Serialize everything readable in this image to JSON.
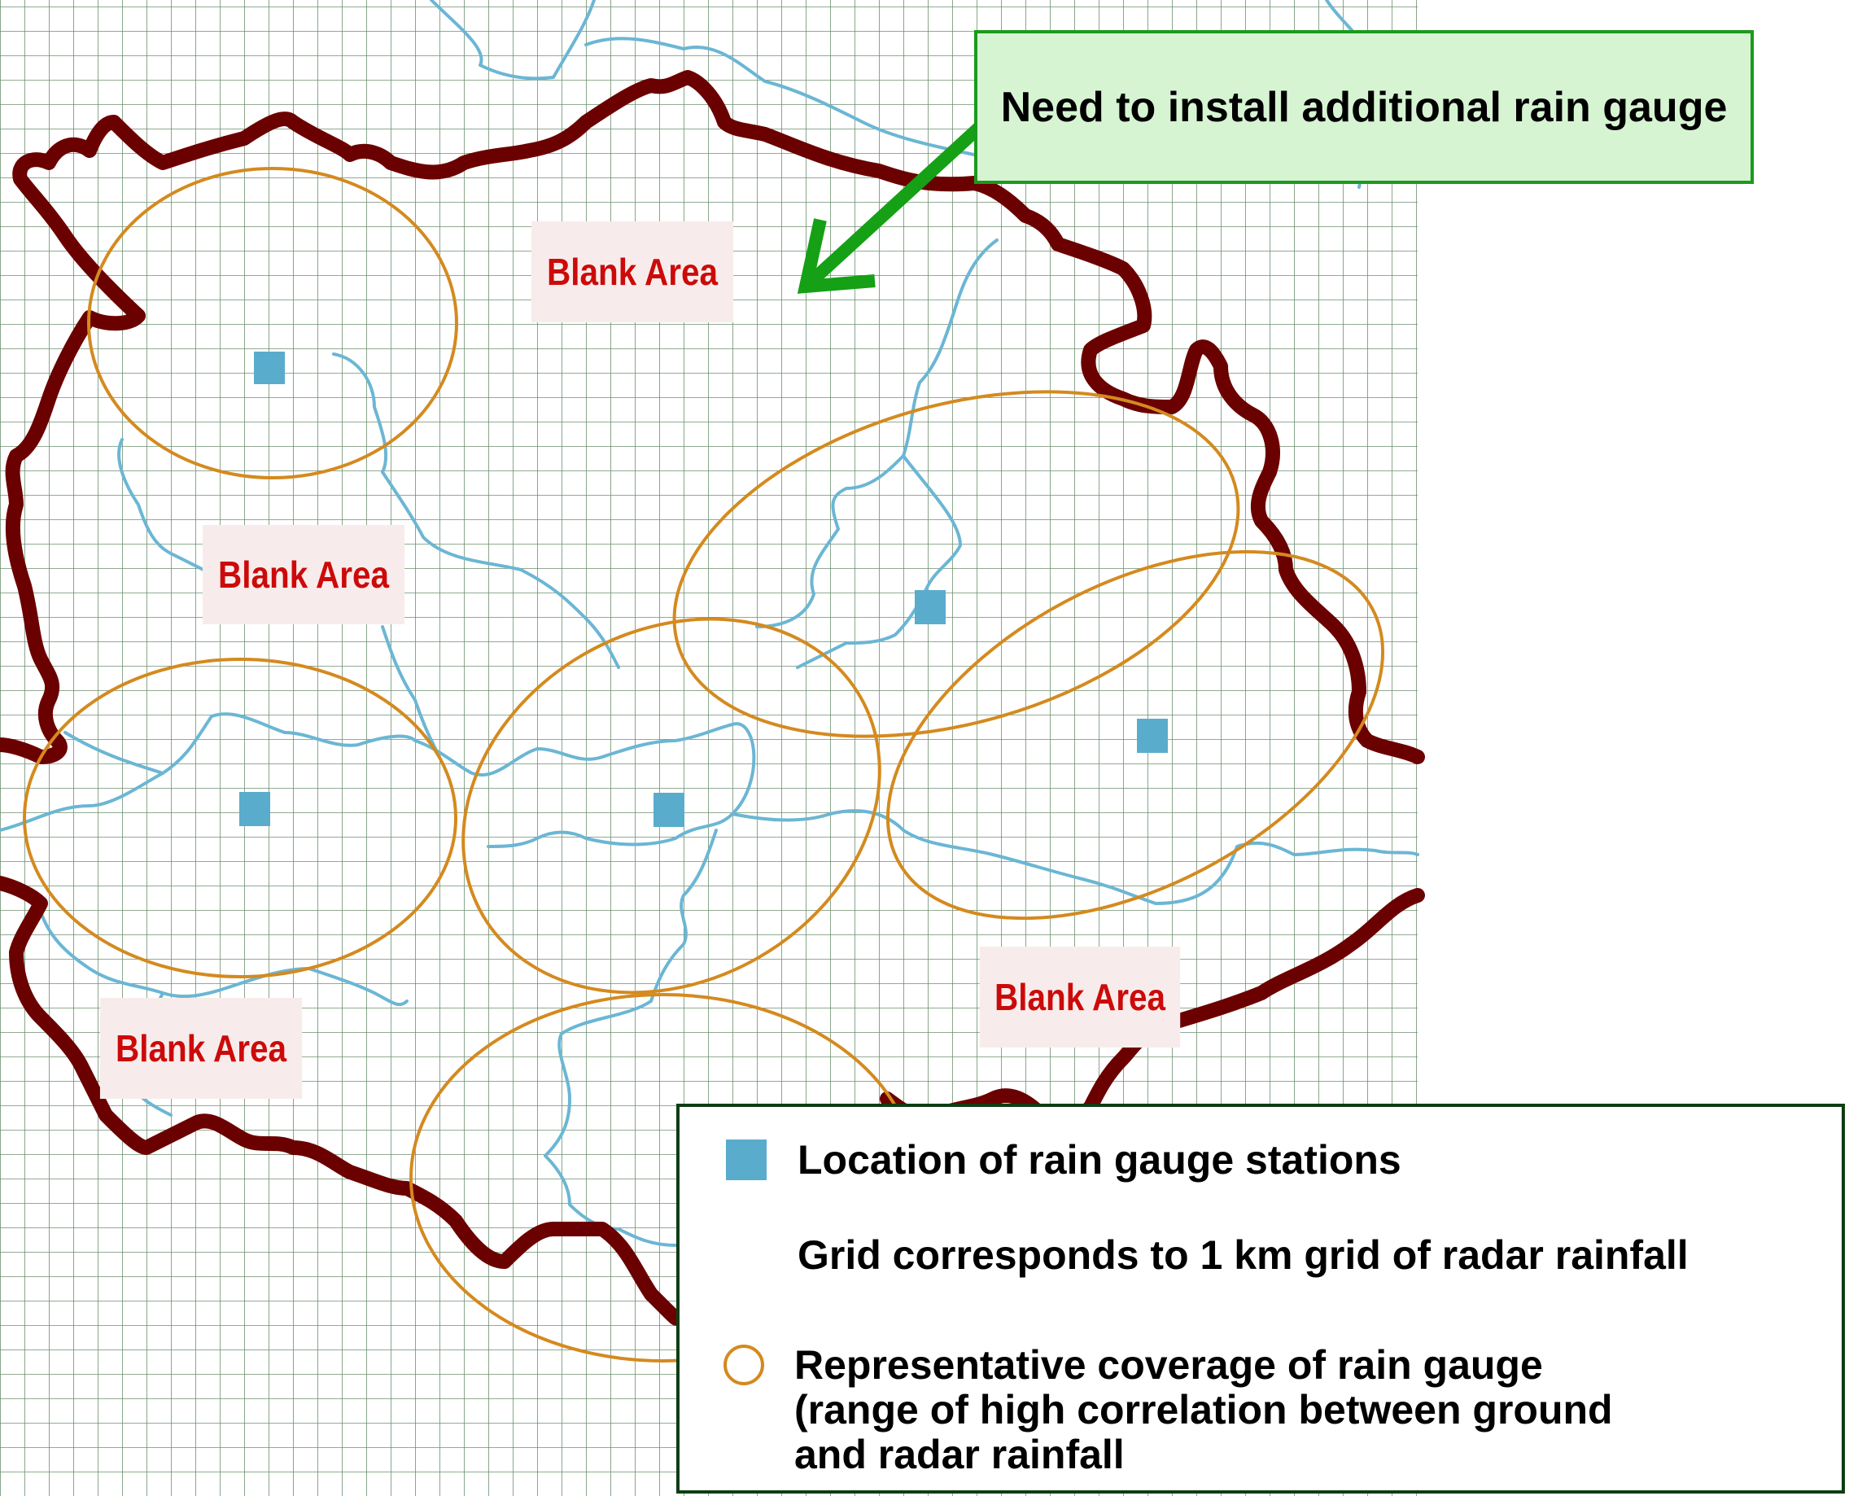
{
  "callout": {
    "text": "Need to install additional rain gauge"
  },
  "blank_areas": [
    {
      "label": "Blank Area"
    },
    {
      "label": "Blank Area"
    },
    {
      "label": "Blank Area"
    },
    {
      "label": "Blank Area"
    }
  ],
  "legend": {
    "station": {
      "label": "Location of rain gauge stations",
      "symbol": "blue-square-icon"
    },
    "grid": {
      "label": "Grid corresponds to 1 km grid of radar rainfall"
    },
    "coverage": {
      "line1": "Representative coverage of rain gauge",
      "line2": "(range of high correlation between ground",
      "line3": "and radar rainfall",
      "symbol": "orange-circle-icon"
    }
  },
  "colors": {
    "boundary": "#6b0000",
    "river": "#6bb6d4",
    "coverage": "#d48a1f",
    "station": "#5aaccc",
    "grid": "#6d8f6f",
    "arrow": "#15a015",
    "blank_text": "#cc0a0a"
  }
}
